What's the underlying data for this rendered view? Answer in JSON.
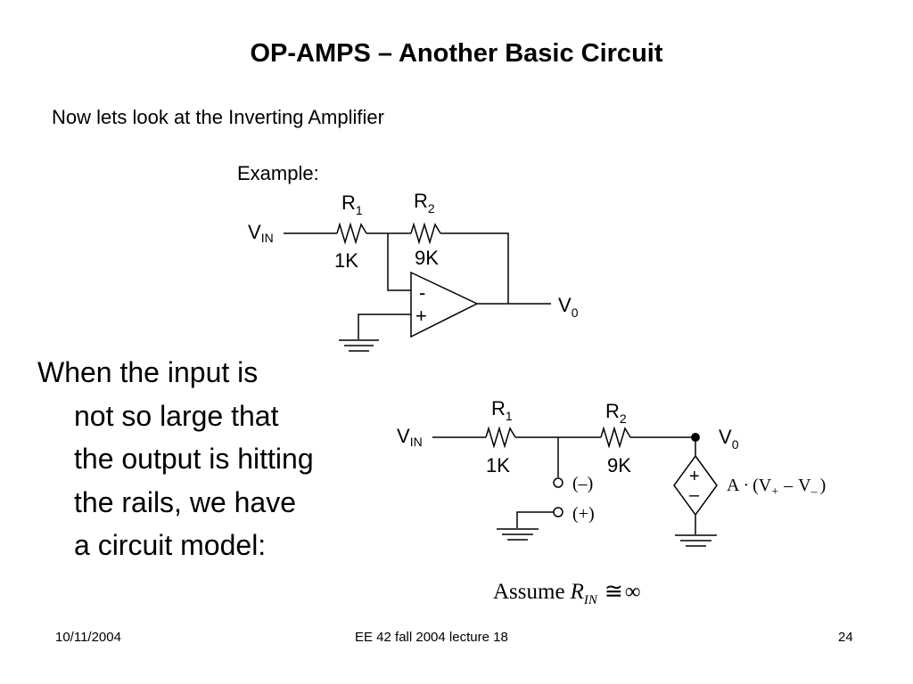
{
  "slide": {
    "title": "OP-AMPS – Another Basic Circuit",
    "subtitle": "Now lets look at the Inverting Amplifier",
    "body_lines": [
      "When the input is",
      "not so large that",
      "the output is hitting",
      "the rails, we have",
      "a circuit model:"
    ]
  },
  "circuit1": {
    "example_label": "Example:",
    "vin": {
      "main": "V",
      "sub": "IN"
    },
    "r1": {
      "main": "R",
      "sub": "1",
      "value": "1K"
    },
    "r2": {
      "main": "R",
      "sub": "2",
      "value": "9K"
    },
    "minus_label": "-",
    "plus_label": "+",
    "vout": {
      "main": "V",
      "sub": "0"
    }
  },
  "circuit2": {
    "vin": {
      "main": "V",
      "sub": "IN"
    },
    "r1": {
      "main": "R",
      "sub": "1",
      "value": "1K"
    },
    "r2": {
      "main": "R",
      "sub": "2",
      "value": "9K"
    },
    "vout": {
      "main": "V",
      "sub": "0"
    },
    "neg_terminal": "(–)",
    "pos_terminal": "(+)",
    "source_plus": "+",
    "source_minus": "–",
    "gain_expr": {
      "a": "A",
      "dot": "·",
      "open": "(",
      "v": "V",
      "plus_sub": "+",
      "minus_op": "–",
      "minus_sub": "–",
      "close": ")"
    },
    "assumption": {
      "word": "Assume",
      "r": "R",
      "r_sub": "IN",
      "approx": "≅",
      "infinity": "∞"
    }
  },
  "footer": {
    "date": "10/11/2004",
    "course": "EE 42 fall 2004 lecture 18",
    "page": "24"
  }
}
